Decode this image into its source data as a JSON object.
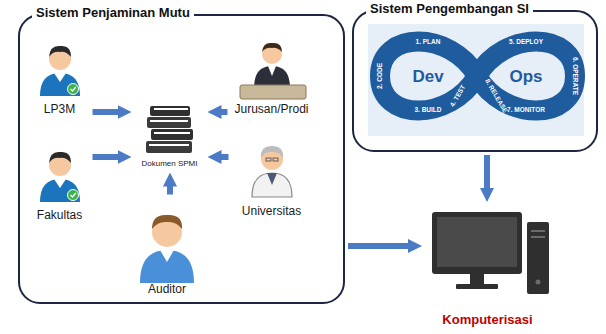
{
  "diagram": {
    "nodes": [
      {
        "text": [
          "Sistem Penjaminan Mutu"
        ]
      },
      {
        "text": [
          "LP3M"
        ],
        "in": 0
      },
      {
        "text": [
          "Fakultas"
        ],
        "in": 0
      },
      {
        "text": [
          "Dokumen SPMI"
        ],
        "in": 0
      },
      {
        "text": [
          "Jurusan/Prodi"
        ],
        "in": 0
      },
      {
        "text": [
          "Universitas"
        ],
        "in": 0
      },
      {
        "text": [
          "Auditor"
        ],
        "in": 0
      },
      {
        "text": [
          "Sistem Pengembangan SI"
        ]
      },
      {
        "text": [
          "Komputerisasi"
        ]
      }
    ],
    "edges": [
      {
        "from": 1,
        "to": 3,
        "arrow": "to"
      },
      {
        "from": 2,
        "to": 3,
        "arrow": "to"
      },
      {
        "from": 4,
        "to": 3,
        "arrow": "to"
      },
      {
        "from": 5,
        "to": 3,
        "arrow": "to"
      },
      {
        "from": 6,
        "to": 3,
        "arrow": "to"
      },
      {
        "from": 7,
        "to": 8,
        "arrow": "to"
      },
      {
        "from": 0,
        "to": 8,
        "arrow": "to"
      }
    ],
    "labels": [
      "1. PLAN",
      "5. DEPLOY",
      "2. CODE",
      "Dev",
      "4. TEST",
      "Ops",
      "6. OPERATE",
      "3. BUILD",
      "8. RELEASE",
      "7. MONITOR"
    ]
  }
}
